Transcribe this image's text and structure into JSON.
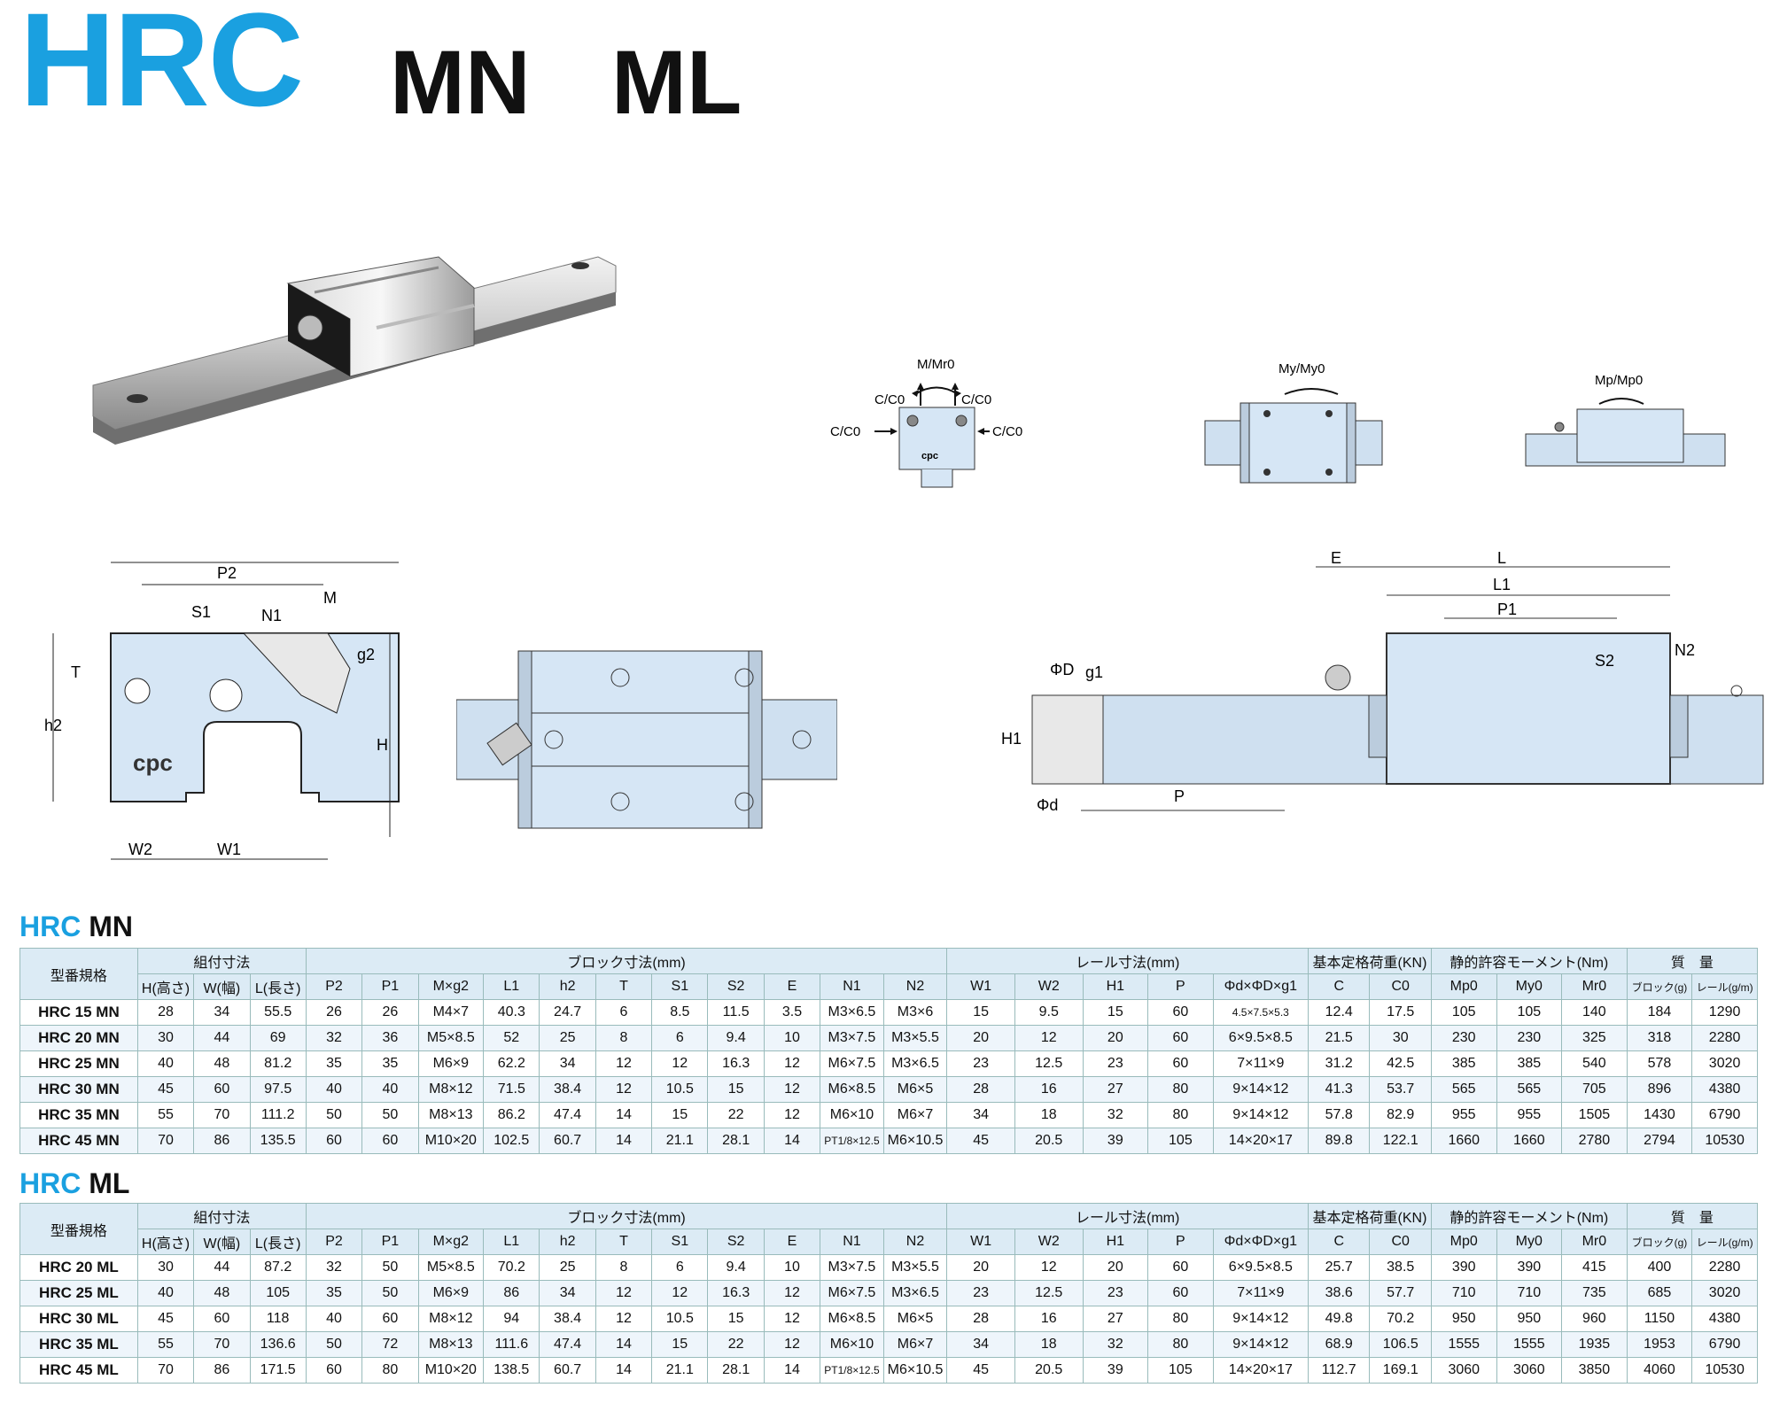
{
  "title": {
    "brand": "HRC",
    "mn": "MN",
    "ml": "ML"
  },
  "diagrams": {
    "load_front": {
      "top": "M/Mr0",
      "up_left": "C/C0",
      "up_right": "C/C0",
      "left": "C/C0",
      "right": "C/C0",
      "logo": "cpc"
    },
    "load_top": {
      "label": "My/My0"
    },
    "load_side": {
      "label": "Mp/Mp0"
    },
    "front_dims": {
      "p2": "P2",
      "n1": "N1",
      "m": "M",
      "s1": "S1",
      "t": "T",
      "g2": "g2",
      "h2": "h2",
      "h": "H",
      "w2": "W2",
      "w1": "W1",
      "logo": "cpc"
    },
    "side_dims": {
      "e": "E",
      "l": "L",
      "l1": "L1",
      "p1": "P1",
      "s2": "S2",
      "n2": "N2",
      "phiD": "ΦD",
      "g1": "g1",
      "h1": "H1",
      "phid": "Φd",
      "p": "P"
    }
  },
  "header": {
    "model": "型番規格",
    "assembly": "組付寸法",
    "block": "ブロック寸法(mm)",
    "rail": "レール寸法(mm)",
    "load": "基本定格荷重(KN)",
    "moment": "静的許容モーメント(Nm)",
    "mass": "質　量",
    "cols": [
      "H(高さ)",
      "W(幅)",
      "L(長さ)",
      "P2",
      "P1",
      "M×g2",
      "L1",
      "h2",
      "T",
      "S1",
      "S2",
      "E",
      "N1",
      "N2",
      "W1",
      "W2",
      "H1",
      "P",
      "Φd×ΦD×g1",
      "C",
      "C0",
      "Mp0",
      "My0",
      "Mr0",
      "ブロック(g)",
      "レール(g/m)"
    ]
  },
  "mn": {
    "title_b": "HRC",
    "title_s": "MN",
    "rows": [
      [
        "HRC 15 MN",
        "28",
        "34",
        "55.5",
        "26",
        "26",
        "M4×7",
        "40.3",
        "24.7",
        "6",
        "8.5",
        "11.5",
        "3.5",
        "M3×6.5",
        "M3×6",
        "15",
        "9.5",
        "15",
        "60",
        "4.5×7.5×5.3",
        "12.4",
        "17.5",
        "105",
        "105",
        "140",
        "184",
        "1290"
      ],
      [
        "HRC 20 MN",
        "30",
        "44",
        "69",
        "32",
        "36",
        "M5×8.5",
        "52",
        "25",
        "8",
        "6",
        "9.4",
        "10",
        "M3×7.5",
        "M3×5.5",
        "20",
        "12",
        "20",
        "60",
        "6×9.5×8.5",
        "21.5",
        "30",
        "230",
        "230",
        "325",
        "318",
        "2280"
      ],
      [
        "HRC 25 MN",
        "40",
        "48",
        "81.2",
        "35",
        "35",
        "M6×9",
        "62.2",
        "34",
        "12",
        "12",
        "16.3",
        "12",
        "M6×7.5",
        "M3×6.5",
        "23",
        "12.5",
        "23",
        "60",
        "7×11×9",
        "31.2",
        "42.5",
        "385",
        "385",
        "540",
        "578",
        "3020"
      ],
      [
        "HRC 30 MN",
        "45",
        "60",
        "97.5",
        "40",
        "40",
        "M8×12",
        "71.5",
        "38.4",
        "12",
        "10.5",
        "15",
        "12",
        "M6×8.5",
        "M6×5",
        "28",
        "16",
        "27",
        "80",
        "9×14×12",
        "41.3",
        "53.7",
        "565",
        "565",
        "705",
        "896",
        "4380"
      ],
      [
        "HRC 35 MN",
        "55",
        "70",
        "111.2",
        "50",
        "50",
        "M8×13",
        "86.2",
        "47.4",
        "14",
        "15",
        "22",
        "12",
        "M6×10",
        "M6×7",
        "34",
        "18",
        "32",
        "80",
        "9×14×12",
        "57.8",
        "82.9",
        "955",
        "955",
        "1505",
        "1430",
        "6790"
      ],
      [
        "HRC 45 MN",
        "70",
        "86",
        "135.5",
        "60",
        "60",
        "M10×20",
        "102.5",
        "60.7",
        "14",
        "21.1",
        "28.1",
        "14",
        "PT1/8×12.5",
        "M6×10.5",
        "45",
        "20.5",
        "39",
        "105",
        "14×20×17",
        "89.8",
        "122.1",
        "1660",
        "1660",
        "2780",
        "2794",
        "10530"
      ]
    ]
  },
  "ml": {
    "title_b": "HRC",
    "title_s": "ML",
    "rows": [
      [
        "HRC 20 ML",
        "30",
        "44",
        "87.2",
        "32",
        "50",
        "M5×8.5",
        "70.2",
        "25",
        "8",
        "6",
        "9.4",
        "10",
        "M3×7.5",
        "M3×5.5",
        "20",
        "12",
        "20",
        "60",
        "6×9.5×8.5",
        "25.7",
        "38.5",
        "390",
        "390",
        "415",
        "400",
        "2280"
      ],
      [
        "HRC 25 ML",
        "40",
        "48",
        "105",
        "35",
        "50",
        "M6×9",
        "86",
        "34",
        "12",
        "12",
        "16.3",
        "12",
        "M6×7.5",
        "M3×6.5",
        "23",
        "12.5",
        "23",
        "60",
        "7×11×9",
        "38.6",
        "57.7",
        "710",
        "710",
        "735",
        "685",
        "3020"
      ],
      [
        "HRC 30 ML",
        "45",
        "60",
        "118",
        "40",
        "60",
        "M8×12",
        "94",
        "38.4",
        "12",
        "10.5",
        "15",
        "12",
        "M6×8.5",
        "M6×5",
        "28",
        "16",
        "27",
        "80",
        "9×14×12",
        "49.8",
        "70.2",
        "950",
        "950",
        "960",
        "1150",
        "4380"
      ],
      [
        "HRC 35 ML",
        "55",
        "70",
        "136.6",
        "50",
        "72",
        "M8×13",
        "111.6",
        "47.4",
        "14",
        "15",
        "22",
        "12",
        "M6×10",
        "M6×7",
        "34",
        "18",
        "32",
        "80",
        "9×14×12",
        "68.9",
        "106.5",
        "1555",
        "1555",
        "1935",
        "1953",
        "6790"
      ],
      [
        "HRC 45 ML",
        "70",
        "86",
        "171.5",
        "60",
        "80",
        "M10×20",
        "138.5",
        "60.7",
        "14",
        "21.1",
        "28.1",
        "14",
        "PT1/8×12.5",
        "M6×10.5",
        "45",
        "20.5",
        "39",
        "105",
        "14×20×17",
        "112.7",
        "169.1",
        "3060",
        "3060",
        "3850",
        "4060",
        "10530"
      ]
    ]
  }
}
